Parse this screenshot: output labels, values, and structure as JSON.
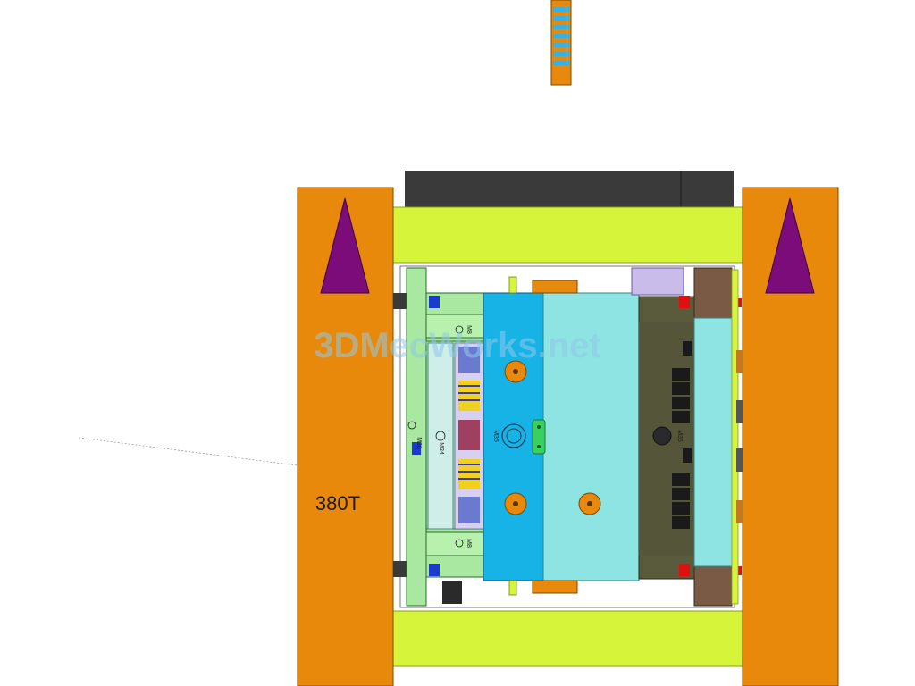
{
  "tonnage_label": "380T",
  "watermark": "3DMecWorks.net",
  "part_labels": {
    "m8_top": "M8",
    "m8_bottom": "M8",
    "m20": "M20",
    "m24": "M24",
    "m36_center": "M36",
    "m36_right": "M36"
  },
  "colors": {
    "machine_orange": "#e8890c",
    "tie_bar_green": "#d6f53a",
    "arrow_purple": "#7b0c7a",
    "ejector_plate_green": "#a9e8a0",
    "a_plate_blue": "#17b3e6",
    "b_plate_cyan": "#8ee3e3",
    "movable_plate_olive": "#5a5a3c",
    "clamp_plate_brown": "#7a5a44",
    "top_block_gray": "#3a3a3a",
    "spring_yellow": "#f0d020",
    "bolt_blue": "#1a3ad0",
    "bolt_red": "#e01010",
    "watermark": "#8fc8e8"
  }
}
